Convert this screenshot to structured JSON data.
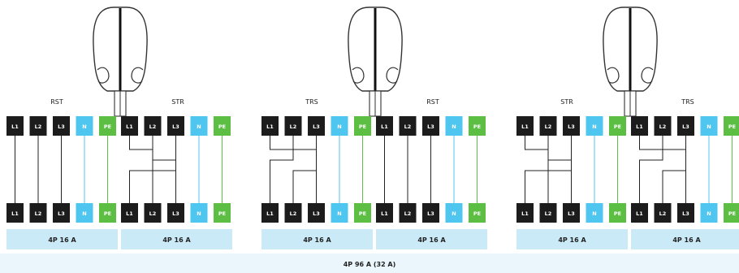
{
  "groups": [
    {
      "labels": [
        "RST",
        "STR"
      ],
      "left_wiring": [
        0,
        1,
        2
      ],
      "right_wiring": [
        1,
        2,
        0
      ]
    },
    {
      "labels": [
        "TRS",
        "RST"
      ],
      "left_wiring": [
        2,
        0,
        1
      ],
      "right_wiring": [
        0,
        1,
        2
      ]
    },
    {
      "labels": [
        "STR",
        "TRS"
      ],
      "left_wiring": [
        1,
        2,
        0
      ],
      "right_wiring": [
        2,
        0,
        1
      ]
    }
  ],
  "terminals": {
    "phases": [
      "L1",
      "L2",
      "L3"
    ],
    "neutral": "N",
    "earth": "PE"
  },
  "breaker_label": "4P 16 A",
  "total_label": "4P 96 A (32 A)",
  "colors": {
    "phase": "#1c1c1c",
    "neutral": "#4fc6ef",
    "earth": "#5cbf44",
    "breaker": "#cbeaf7",
    "total": "#eaf6fc",
    "wire": "#222222"
  }
}
